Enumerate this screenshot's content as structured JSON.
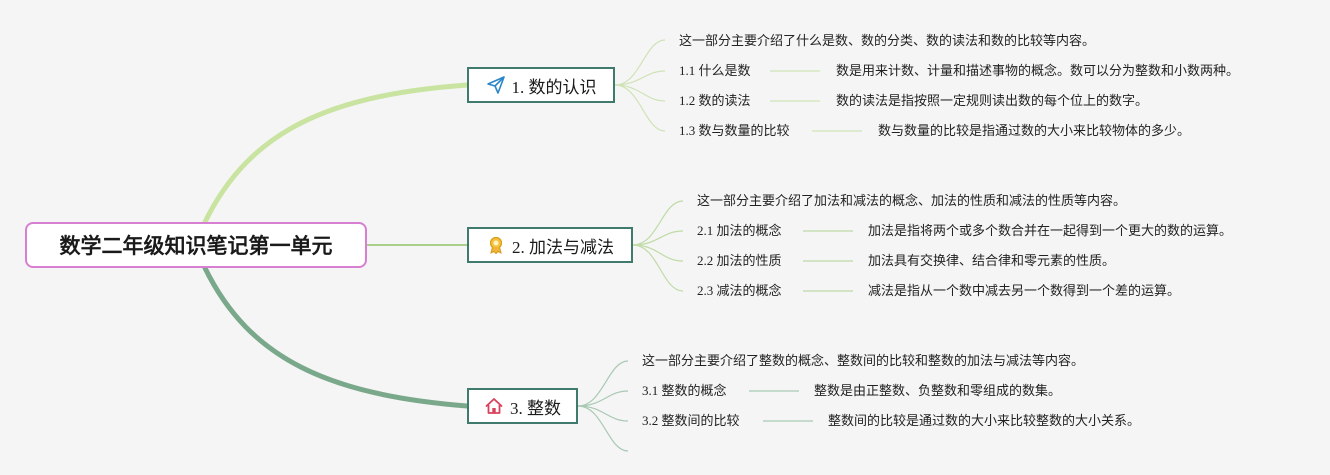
{
  "title": "数学二年级知识笔记第一单元",
  "colors": {
    "branch1_line": "#c9e3a0",
    "branch2_line": "#a9cf8a",
    "branch3_line": "#7aa88a",
    "root_border": "#d77fd1",
    "branch_border": "#3f7a6c"
  },
  "branches": [
    {
      "label": "1. 数的认识",
      "icon": "paper-plane-icon",
      "intro": "这一部分主要介绍了什么是数、数的分类、数的读法和数的比较等内容。",
      "items": [
        {
          "title": "1.1 什么是数",
          "detail": "数是用来计数、计量和描述事物的概念。数可以分为整数和小数两种。"
        },
        {
          "title": "1.2 数的读法",
          "detail": "数的读法是指按照一定规则读出数的每个位上的数字。"
        },
        {
          "title": "1.3 数与数量的比较",
          "detail": "数与数量的比较是指通过数的大小来比较物体的多少。"
        }
      ]
    },
    {
      "label": "2. 加法与减法",
      "icon": "award-ribbon-icon",
      "intro": "这一部分主要介绍了加法和减法的概念、加法的性质和减法的性质等内容。",
      "items": [
        {
          "title": "2.1 加法的概念",
          "detail": "加法是指将两个或多个数合并在一起得到一个更大的数的运算。"
        },
        {
          "title": "2.2 加法的性质",
          "detail": "加法具有交换律、结合律和零元素的性质。"
        },
        {
          "title": "2.3 减法的概念",
          "detail": "减法是指从一个数中减去另一个数得到一个差的运算。"
        }
      ]
    },
    {
      "label": "3. 整数",
      "icon": "home-icon",
      "intro": "这一部分主要介绍了整数的概念、整数间的比较和整数的加法与减法等内容。",
      "items": [
        {
          "title": "3.1 整数的概念",
          "detail": "整数是由正整数、负整数和零组成的数集。"
        },
        {
          "title": "3.2 整数间的比较",
          "detail": "整数间的比较是通过数的大小来比较整数的大小关系。"
        }
      ]
    }
  ]
}
